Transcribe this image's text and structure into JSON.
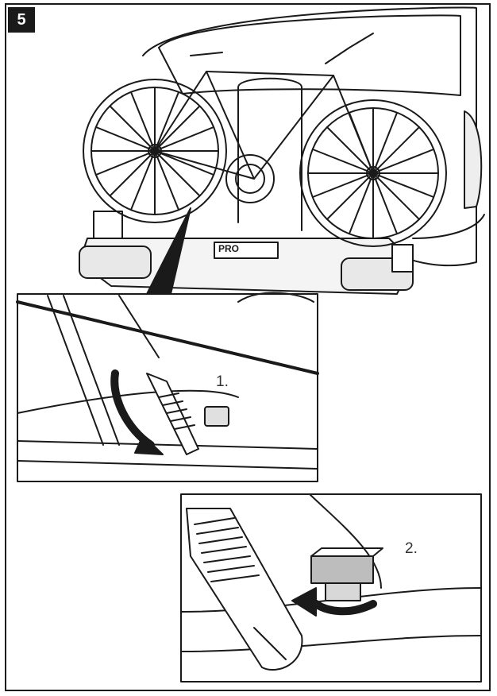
{
  "step_number": "5",
  "brand_text": "PRO",
  "steps": [
    {
      "label": "1."
    },
    {
      "label": "2."
    }
  ],
  "colors": {
    "line": "#1a1a1a",
    "badge": "#1a1a1a",
    "bolt": "#bdbdbd",
    "shade": "#cfcfcf"
  }
}
